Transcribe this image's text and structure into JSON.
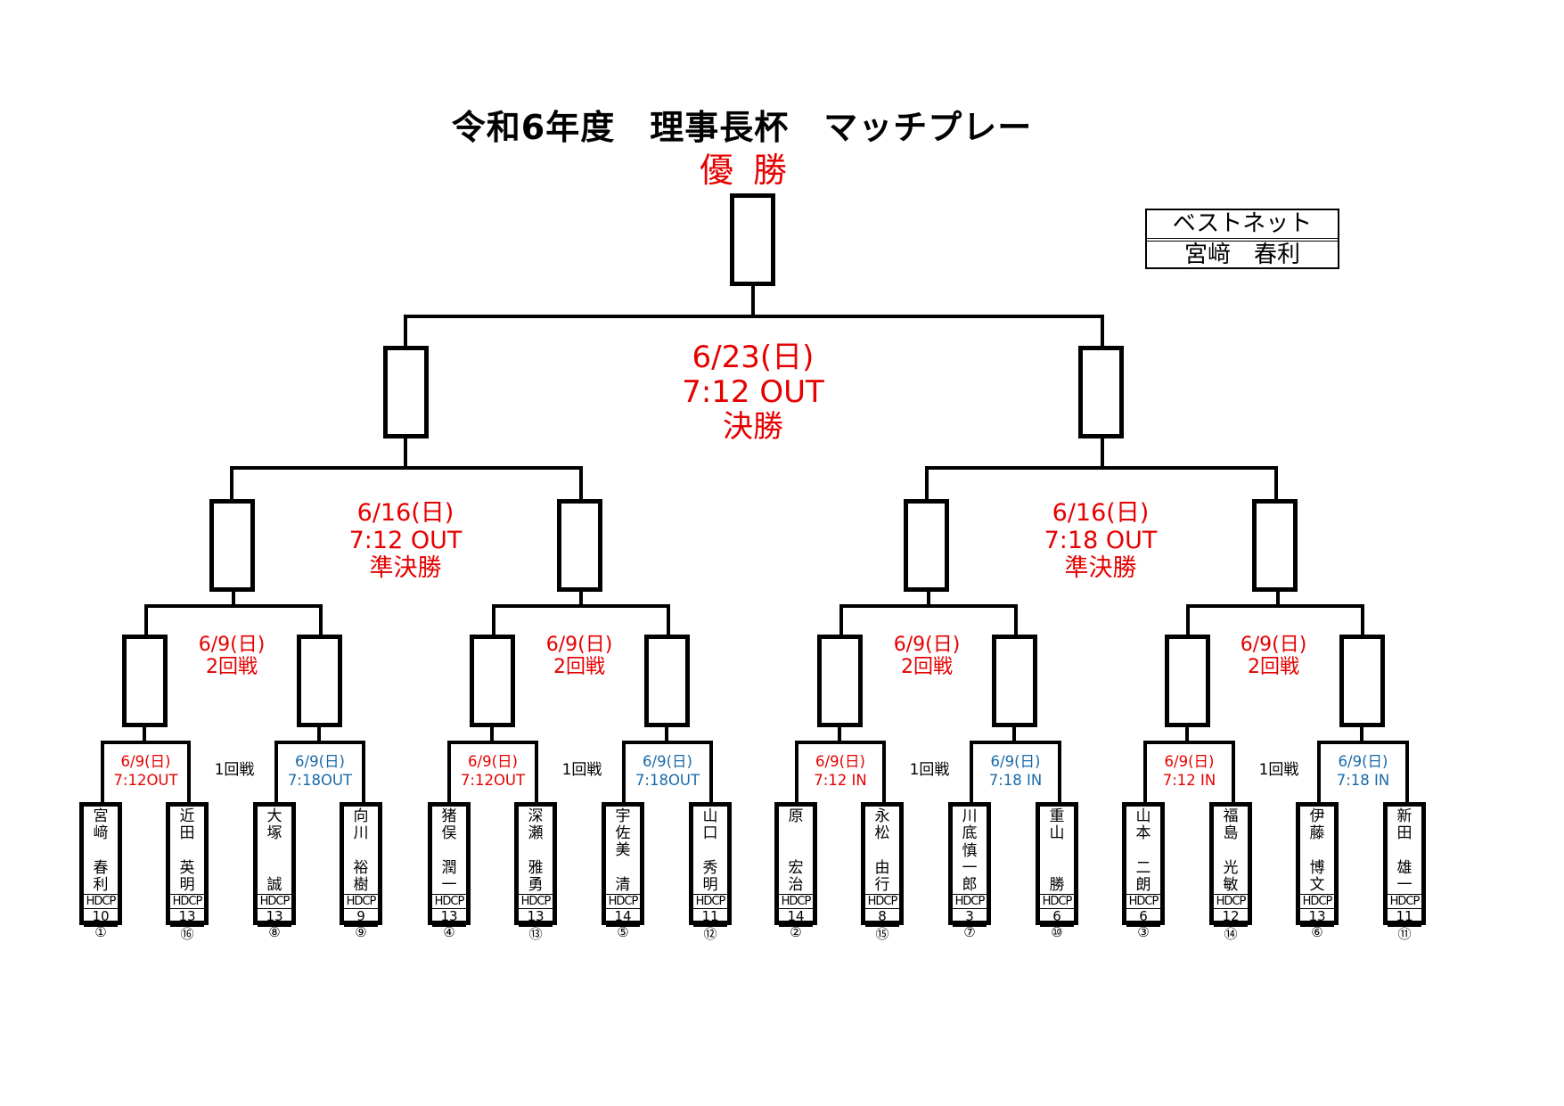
{
  "title": "令和6年度　理事長杯　マッチプレー",
  "champion_label": "優勝",
  "best_net": {
    "label": "ベストネット",
    "name": "宮﨑　春利"
  },
  "final": {
    "date": "6/23(日)",
    "time": "7:12 OUT",
    "round": "決勝",
    "color": "#e60000"
  },
  "semifinals": [
    {
      "date": "6/16(日)",
      "time": "7:12 OUT",
      "round": "準決勝",
      "color": "#e60000"
    },
    {
      "date": "6/16(日)",
      "time": "7:18 OUT",
      "round": "準決勝",
      "color": "#e60000"
    }
  ],
  "round2": [
    {
      "date": "6/9(日)",
      "round": "2回戦"
    },
    {
      "date": "6/9(日)",
      "round": "2回戦"
    },
    {
      "date": "6/9(日)",
      "round": "2回戦"
    },
    {
      "date": "6/9(日)",
      "round": "2回戦"
    }
  ],
  "round1_label": "1回戦",
  "round1": [
    {
      "date": "6/9(日)",
      "time": "7:12OUT",
      "color": "red"
    },
    {
      "date": "6/9(日)",
      "time": "7:18OUT",
      "color": "blue"
    },
    {
      "date": "6/9(日)",
      "time": "7:12OUT",
      "color": "red"
    },
    {
      "date": "6/9(日)",
      "time": "7:18OUT",
      "color": "blue"
    },
    {
      "date": "6/9(日)",
      "time": "7:12 IN",
      "color": "red"
    },
    {
      "date": "6/9(日)",
      "time": "7:18 IN",
      "color": "blue"
    },
    {
      "date": "6/9(日)",
      "time": "7:12 IN",
      "color": "red"
    },
    {
      "date": "6/9(日)",
      "time": "7:18 IN",
      "color": "blue"
    }
  ],
  "hdcp_label": "HDCP",
  "players": [
    {
      "family": "宮﨑",
      "given": "春利",
      "hdcp": "10",
      "seed": "①"
    },
    {
      "family": "近田",
      "given": "英明",
      "hdcp": "13",
      "seed": "⑯"
    },
    {
      "family": "大塚",
      "given": "誠",
      "hdcp": "13",
      "seed": "⑧"
    },
    {
      "family": "向川",
      "given": "裕樹",
      "hdcp": "9",
      "seed": "⑨"
    },
    {
      "family": "猪俣",
      "given": "潤一",
      "hdcp": "13",
      "seed": "④"
    },
    {
      "family": "深瀬",
      "given": "雅勇",
      "hdcp": "13",
      "seed": "⑬"
    },
    {
      "family": "宇佐美",
      "given": "清",
      "hdcp": "14",
      "seed": "⑤"
    },
    {
      "family": "山口",
      "given": "秀明",
      "hdcp": "11",
      "seed": "⑫"
    },
    {
      "family": "原",
      "given": "宏治",
      "hdcp": "14",
      "seed": "②"
    },
    {
      "family": "永松",
      "given": "由行",
      "hdcp": "8",
      "seed": "⑮"
    },
    {
      "family": "川底",
      "given": "慎一郎",
      "hdcp": "3",
      "seed": "⑦"
    },
    {
      "family": "重山",
      "given": "勝",
      "hdcp": "6",
      "seed": "⑩"
    },
    {
      "family": "山本",
      "given": "二朗",
      "hdcp": "6",
      "seed": "③"
    },
    {
      "family": "福島",
      "given": "光敏",
      "hdcp": "12",
      "seed": "⑭"
    },
    {
      "family": "伊藤",
      "given": "博文",
      "hdcp": "13",
      "seed": "⑥"
    },
    {
      "family": "新田",
      "given": "雄一",
      "hdcp": "11",
      "seed": "⑪"
    }
  ]
}
